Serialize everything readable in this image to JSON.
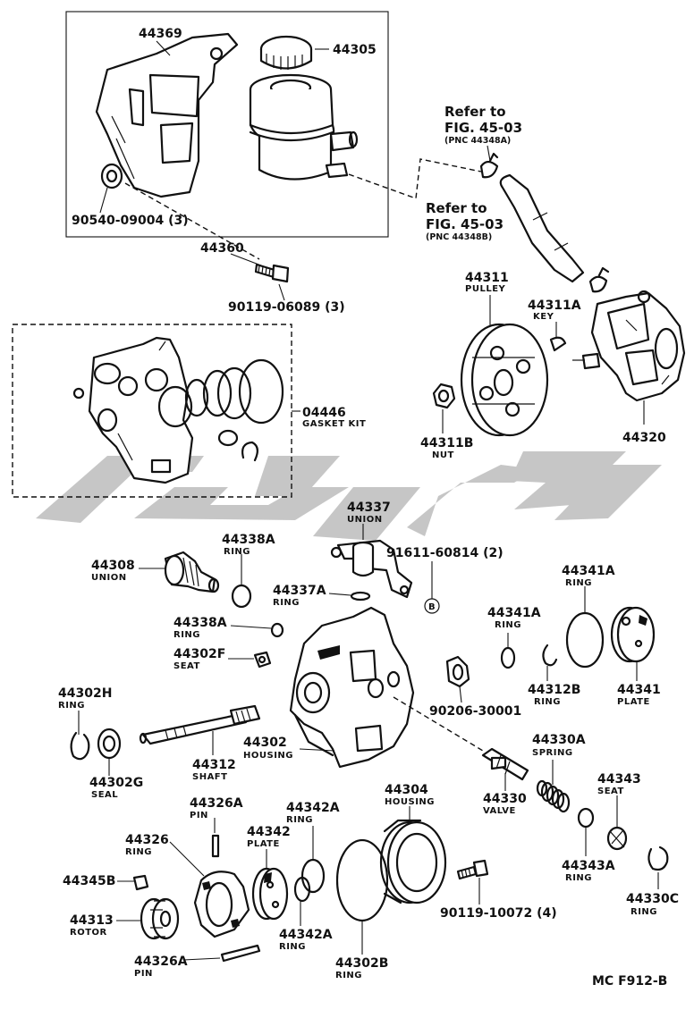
{
  "watermark": {
    "color": "#b8b8b8"
  },
  "labels": {
    "p44369": "44369",
    "p44305": "44305",
    "p90540": "90540-09004 (3)",
    "p44360": "44360",
    "p90119a": "90119-06089 (3)",
    "ref1_a": "Refer to",
    "ref1_b": "FIG. 45-03",
    "ref1_c": "(PNC 44348A)",
    "ref2_a": "Refer to",
    "ref2_b": "FIG. 45-03",
    "ref2_c": "(PNC 44348B)",
    "p44311": "44311",
    "p44311_sub": "PULLEY",
    "p44311A": "44311A",
    "p44311A_sub": "KEY",
    "p04446": "04446",
    "p04446_sub": "GASKET KIT",
    "p44311B": "44311B",
    "p44311B_sub": "NUT",
    "p44320": "44320",
    "p44337": "44337",
    "p44337_sub": "UNION",
    "p91611": "91611-60814 (2)",
    "p44338A_1": "44338A",
    "p44338A_1_sub": "RING",
    "p44308": "44308",
    "p44308_sub": "UNION",
    "p44337A": "44337A",
    "p44337A_sub": "RING",
    "circleB": "B",
    "p44341A_1": "44341A",
    "p44341A_1_sub": "RING",
    "p44341A_2": "44341A",
    "p44341A_2_sub": "RING",
    "p44338A_2": "44338A",
    "p44338A_2_sub": "RING",
    "p44302F": "44302F",
    "p44302F_sub": "SEAT",
    "p90206": "90206-30001",
    "p44312B": "44312B",
    "p44312B_sub": "RING",
    "p44341": "44341",
    "p44341_sub": "PLATE",
    "p44302H": "44302H",
    "p44302H_sub": "RING",
    "p44302": "44302",
    "p44302_sub": "HOUSING",
    "p44330A": "44330A",
    "p44330A_sub": "SPRING",
    "p44302G": "44302G",
    "p44302G_sub": "SEAL",
    "p44312": "44312",
    "p44312_sub": "SHAFT",
    "p44330": "44330",
    "p44330_sub": "VALVE",
    "p44343": "44343",
    "p44343_sub": "SEAT",
    "p44304": "44304",
    "p44304_sub": "HOUSING",
    "p44326A_1": "44326A",
    "p44326A_1_sub": "PIN",
    "p44342A_1": "44342A",
    "p44342A_1_sub": "RING",
    "p44326": "44326",
    "p44326_sub": "RING",
    "p44342": "44342",
    "p44342_sub": "PLATE",
    "p44343A": "44343A",
    "p44343A_sub": "RING",
    "p44345B": "44345B",
    "p90119b": "90119-10072 (4)",
    "p44330C": "44330C",
    "p44330C_sub": "RING",
    "p44313": "44313",
    "p44313_sub": "ROTOR",
    "p44342A_2": "44342A",
    "p44342A_2_sub": "RING",
    "p44326A_2": "44326A",
    "p44326A_2_sub": "PIN",
    "p44302B": "44302B",
    "p44302B_sub": "RING",
    "figcode": "MC F912-B"
  }
}
